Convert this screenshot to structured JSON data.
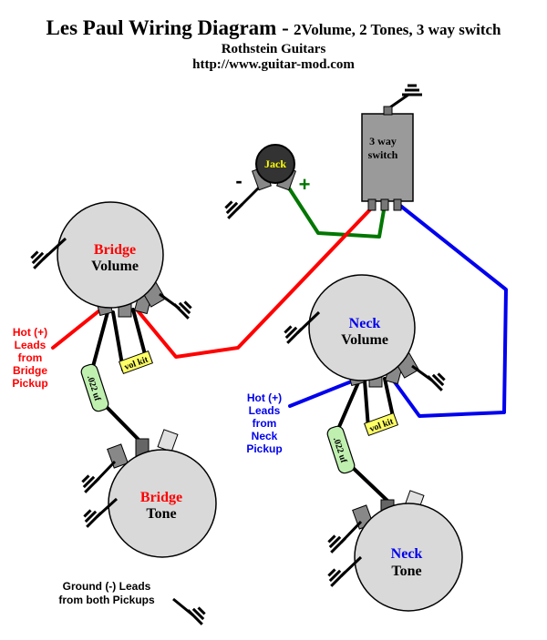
{
  "header": {
    "title_main": "Les Paul Wiring Diagram -",
    "title_sub": "2Volume, 2 Tones, 3 way switch",
    "author": "Rothstein Guitars",
    "url": "http://www.guitar-mod.com"
  },
  "switch": {
    "line1": "3 way",
    "line2": "switch"
  },
  "jack": {
    "label": "Jack",
    "minus": "-",
    "plus": "+"
  },
  "pots": {
    "bridge_volume": {
      "line1": "Bridge",
      "line2": "Volume"
    },
    "neck_volume": {
      "line1": "Neck",
      "line2": "Volume"
    },
    "bridge_tone": {
      "line1": "Bridge",
      "line2": "Tone"
    },
    "neck_tone": {
      "line1": "Neck",
      "line2": "Tone"
    }
  },
  "bridge_hot": [
    "Hot (+)",
    "Leads",
    "from",
    "Bridge",
    "Pickup"
  ],
  "neck_hot": [
    "Hot (+)",
    "Leads",
    "from",
    "Neck",
    "Pickup"
  ],
  "ground_note": [
    "Ground (-) Leads",
    "from both Pickups"
  ],
  "capacitor_label": ".022 uf",
  "vol_kit_label": "vol kit",
  "colors": {
    "red": "#ff0000",
    "blue": "#0000ee",
    "green": "#007700",
    "pot_fill": "#d9d9d9",
    "switch_fill": "#9a9a9a",
    "cap_fill": "#bff0b0",
    "kit_fill": "#ffff66"
  }
}
